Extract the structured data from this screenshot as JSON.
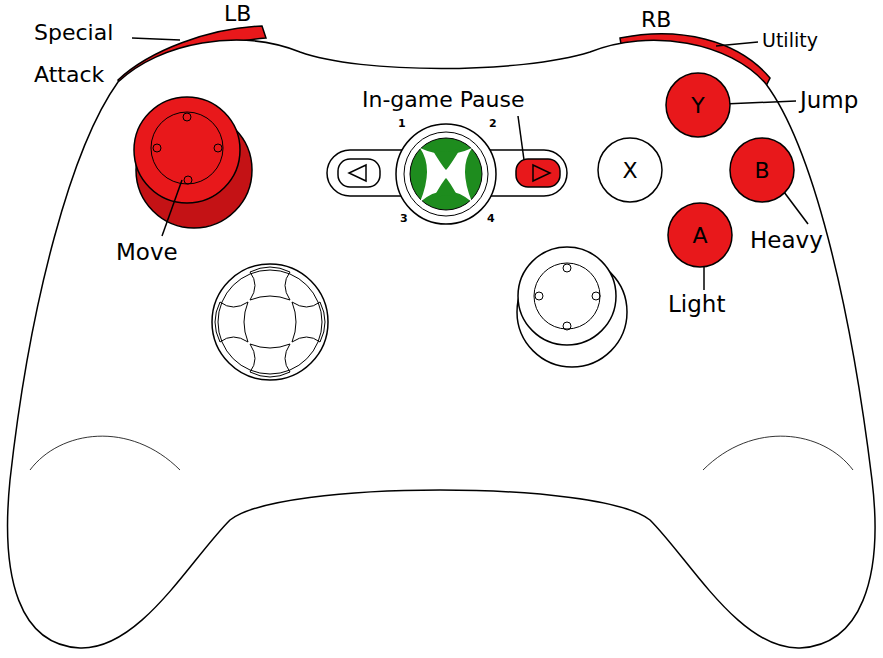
{
  "diagram": {
    "nodes": [
      {
        "text": [
          "Y"
        ]
      },
      {
        "text": [
          "X"
        ]
      },
      {
        "text": [
          "B"
        ]
      },
      {
        "text": [
          "A"
        ]
      }
    ],
    "labels": [
      "Special Attack",
      "LB",
      "RB",
      "Utility",
      "In-game Pause",
      "Jump",
      "Heavy",
      "Light",
      "Move",
      "1",
      "2",
      "3",
      "4"
    ]
  }
}
